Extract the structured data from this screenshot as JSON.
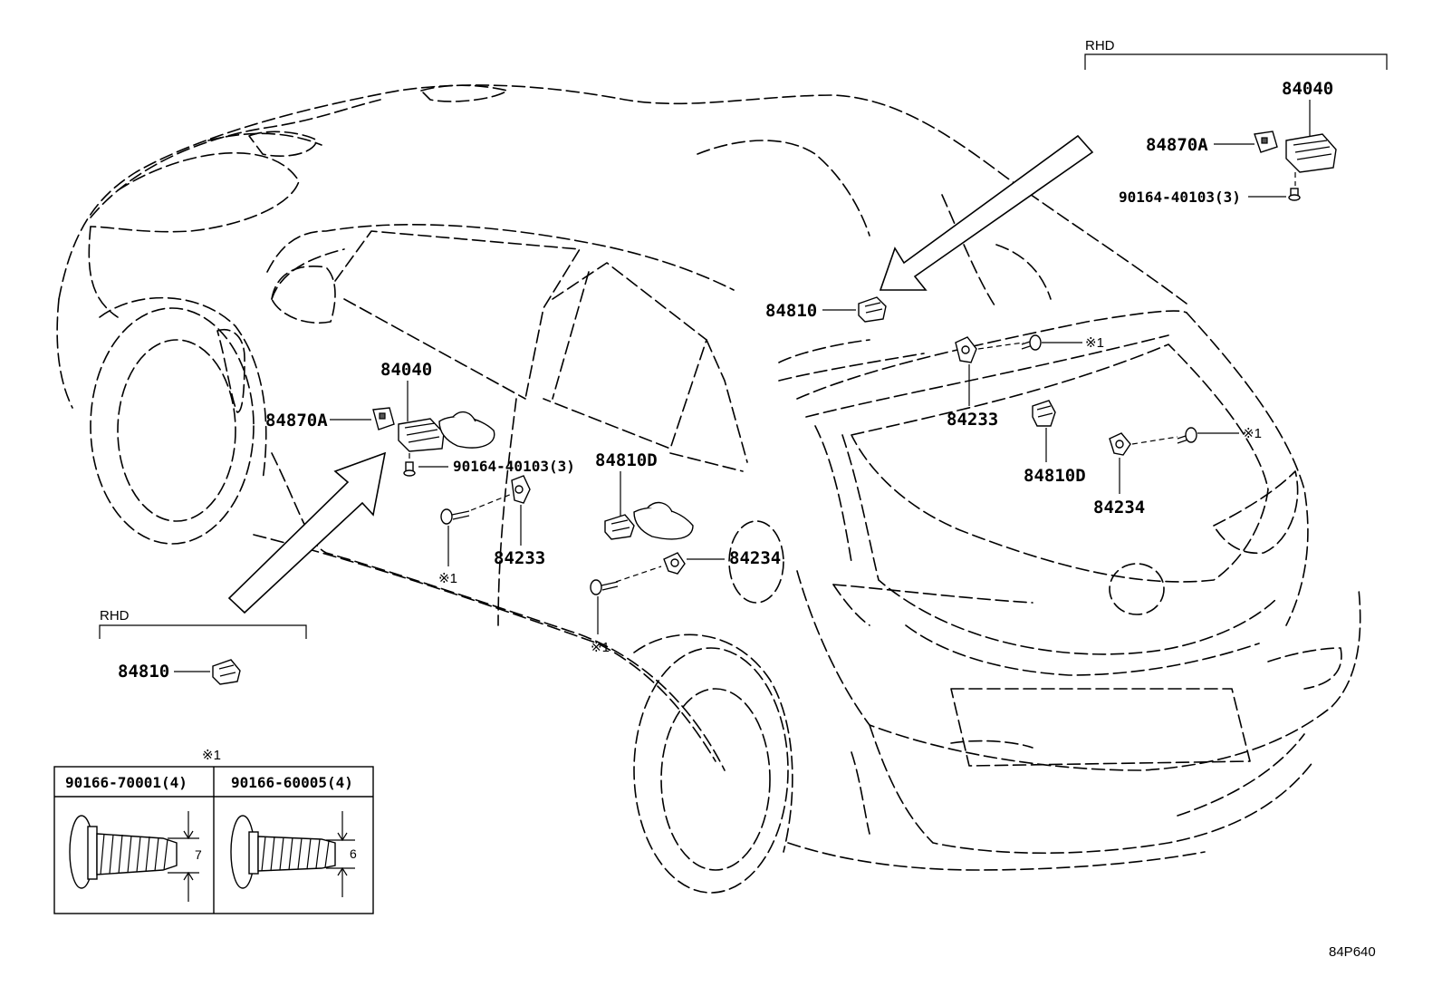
{
  "labels": {
    "rhd_top": "RHD",
    "top_84040": "84040",
    "top_84870A": "84870A",
    "top_screw": "90164-40103(3)",
    "center_84810": "84810",
    "left_84040": "84040",
    "left_84870A": "84870A",
    "left_screw": "90164-40103(3)",
    "mid_84810D": "84810D",
    "mid_84233": "84233",
    "mid_84234": "84234",
    "mid_ref1_a": "※1",
    "mid_ref1_b": "※1",
    "right_84233": "84233",
    "right_84810D": "84810D",
    "right_84234": "84234",
    "right_ref1_a": "※1",
    "right_ref1_b": "※1",
    "rhd_bottom": "RHD",
    "bottom_84810": "84810",
    "table_ref": "※1",
    "table_col1": "90166-70001(4)",
    "table_col2": "90166-60005(4)",
    "dim1": "7",
    "dim2": "6",
    "drawing_no": "84P640"
  }
}
